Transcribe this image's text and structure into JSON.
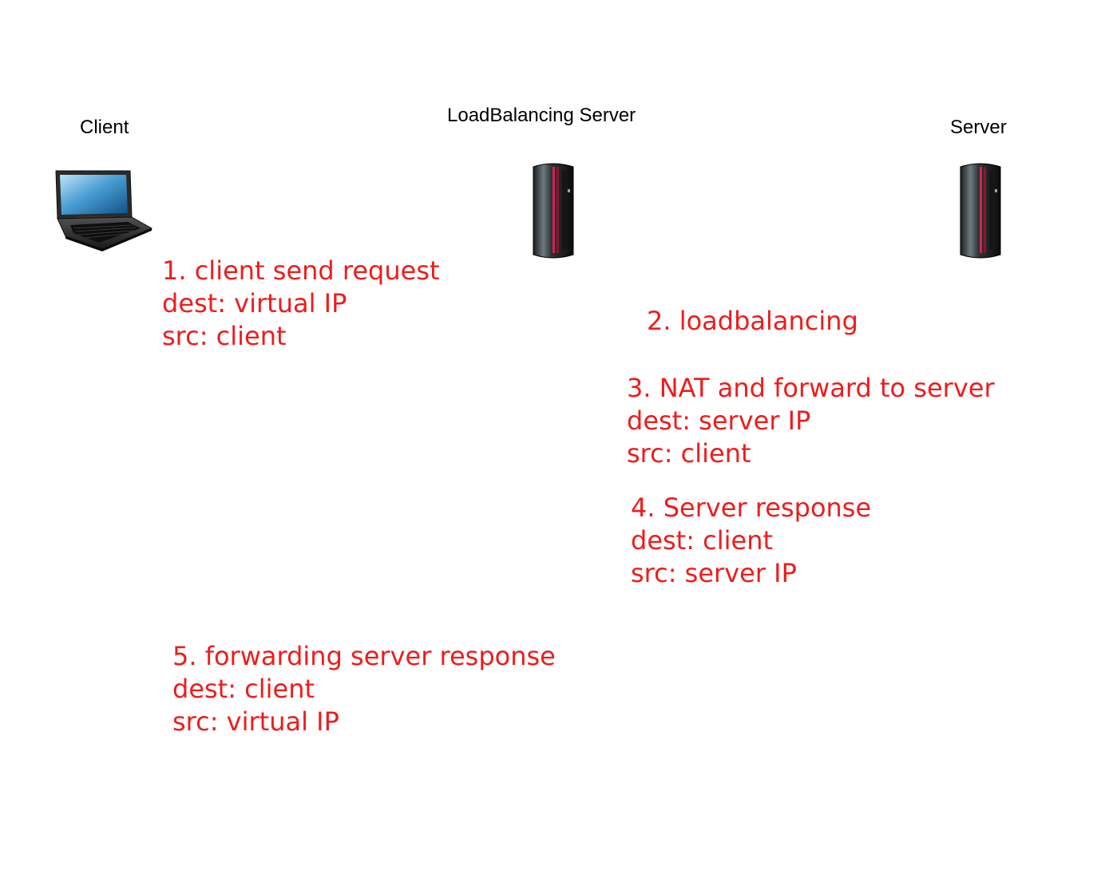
{
  "colors": {
    "annotation": "#ee1c1c",
    "label": "#000000",
    "background": "#ffffff"
  },
  "nodes": {
    "client": {
      "label": "Client",
      "icon": "laptop-icon"
    },
    "load_balancer": {
      "label": "LoadBalancing Server",
      "icon": "server-tower-icon"
    },
    "server": {
      "label": "Server",
      "icon": "server-tower-icon"
    }
  },
  "steps": [
    {
      "lines": [
        "1. client send request",
        "dest: virtual IP",
        "src: client"
      ]
    },
    {
      "lines": [
        "2. loadbalancing"
      ]
    },
    {
      "lines": [
        "3. NAT and forward to server",
        "dest: server IP",
        "src: client"
      ]
    },
    {
      "lines": [
        "4. Server response",
        "dest: client",
        "src: server IP"
      ]
    },
    {
      "lines": [
        "5. forwarding server response",
        "dest: client",
        "src: virtual IP"
      ]
    }
  ]
}
